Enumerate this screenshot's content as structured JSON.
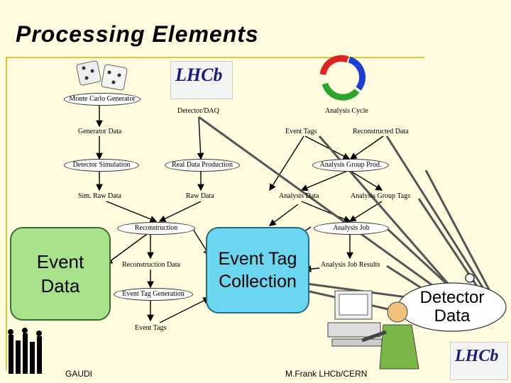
{
  "title": "Processing Elements",
  "nodes": {
    "monte_carlo_generator": "Monte Carlo Generator",
    "detector_daq": "Detector/DAQ",
    "analysis_cycle": "Analysis Cycle",
    "generator_data": "Generator Data",
    "event_tags_top": "Event Tags",
    "reconstructed_data": "Reconstructed Data",
    "detector_simulation": "Detector Simulation",
    "real_data_production": "Real Data Production",
    "analysis_group_prod": "Analysis Group Prod.",
    "sim_raw_data": "Sim. Raw Data",
    "raw_data": "Raw Data",
    "analysis_data": "Analysis Data",
    "analysis_group_tags": "Analysis Group Tags",
    "reconstruction": "Reconstruction",
    "analysis_job": "Analysis Job",
    "reconstruction_data": "Reconstruction Data",
    "analysis_job_results": "Analysis Job Results",
    "event_tag_generation": "Event Tag Generation",
    "event_tags_bottom": "Event Tags"
  },
  "big_boxes": {
    "event_data_line1": "Event",
    "event_data_line2": "Data",
    "event_tag_collection_line1": "Event Tag",
    "event_tag_collection_line2": "Collection",
    "detector_data_line1": "Detector",
    "detector_data_line2": "Data"
  },
  "logos": {
    "lhcb_top": "LHCb",
    "lhcb_bottom": "LHCb"
  },
  "footer": {
    "left": "GAUDI",
    "right": "M.Frank LHCb/CERN"
  },
  "colors": {
    "background": "#fffce0",
    "event_data_fill": "#a8e28a",
    "event_tag_fill": "#6ad6f0",
    "detector_data_fill": "#ffffff",
    "rule": "#d8c640"
  }
}
